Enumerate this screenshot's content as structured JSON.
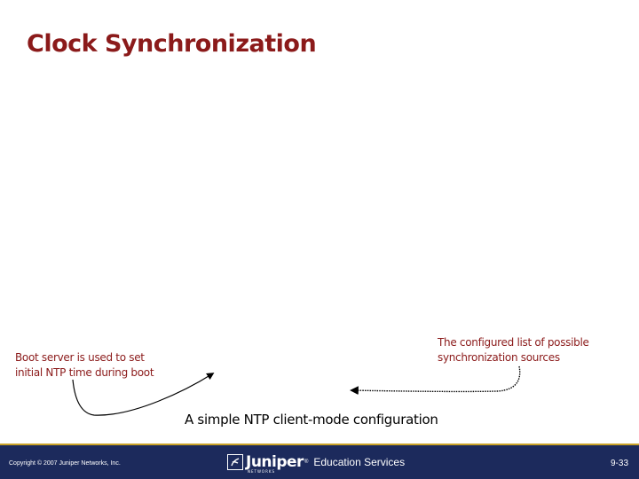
{
  "slide": {
    "title": "Clock Synchronization"
  },
  "callouts": {
    "boot_server": {
      "line1": "Boot server is used to set",
      "line2": "initial NTP time during boot"
    },
    "sources": {
      "line1": "The configured list of possible",
      "line2": "synchronization sources"
    }
  },
  "caption": "A simple NTP client-mode configuration",
  "footer": {
    "copyright": "Copyright © 2007 Juniper Networks, Inc.",
    "brand": "Juniper",
    "brand_sub": "NETWORKS",
    "tm": "®",
    "service": "Education Services",
    "page": "9-33"
  },
  "colors": {
    "title": "#8b1a1a",
    "footer_bg": "#1c2a5c",
    "footer_rule": "#c9a227"
  },
  "icons": {
    "logo": "juniper-logo-icon"
  }
}
